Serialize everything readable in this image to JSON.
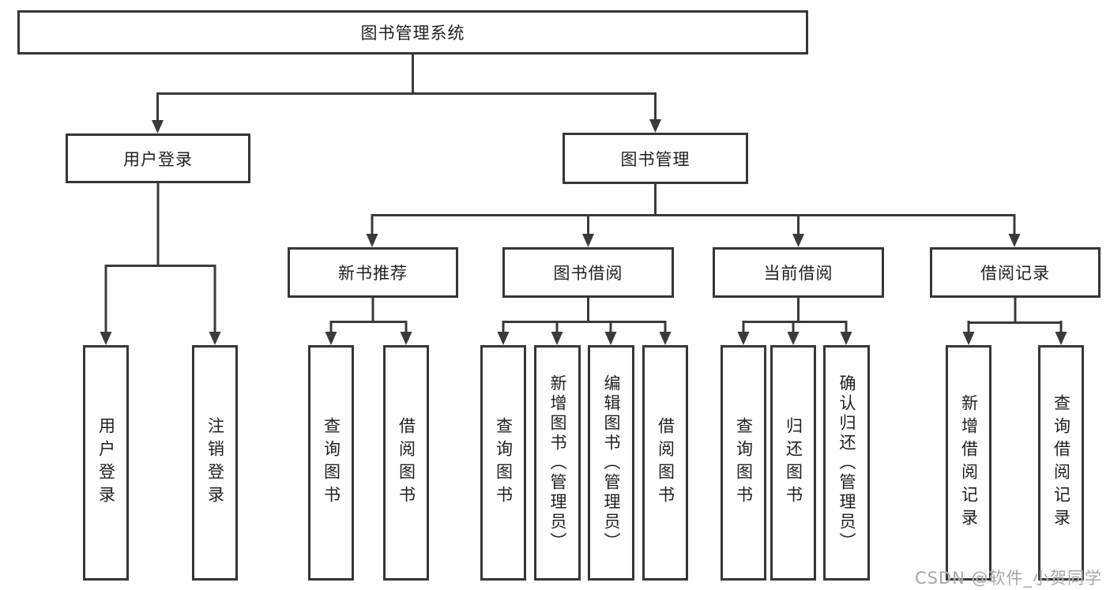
{
  "diagram": {
    "title": "图书管理系统",
    "tree": {
      "label": "图书管理系统",
      "children": [
        {
          "label": "用户登录",
          "children": [
            {
              "label": "用户登录"
            },
            {
              "label": "注销登录"
            }
          ]
        },
        {
          "label": "图书管理",
          "children": [
            {
              "label": "新书推荐",
              "children": [
                {
                  "label": "查询图书"
                },
                {
                  "label": "借阅图书"
                }
              ]
            },
            {
              "label": "图书借阅",
              "children": [
                {
                  "label": "查询图书"
                },
                {
                  "label": "新增图书（管理员）"
                },
                {
                  "label": "编辑图书（管理员）"
                },
                {
                  "label": "借阅图书"
                }
              ]
            },
            {
              "label": "当前借阅",
              "children": [
                {
                  "label": "查询图书"
                },
                {
                  "label": "归还图书"
                },
                {
                  "label": "确认归还（管理员）"
                }
              ]
            },
            {
              "label": "借阅记录",
              "children": [
                {
                  "label": "新增借阅记录"
                },
                {
                  "label": "查询借阅记录"
                }
              ]
            }
          ]
        }
      ]
    },
    "watermark": "CSDN @软件_小贺同学",
    "colors": {
      "line": "#3a3a3a",
      "box_border": "#363636",
      "box_fill": "#ffffff",
      "text": "#1f1f1f",
      "watermark": "#a6a6a6",
      "background": "#ffffff"
    }
  }
}
